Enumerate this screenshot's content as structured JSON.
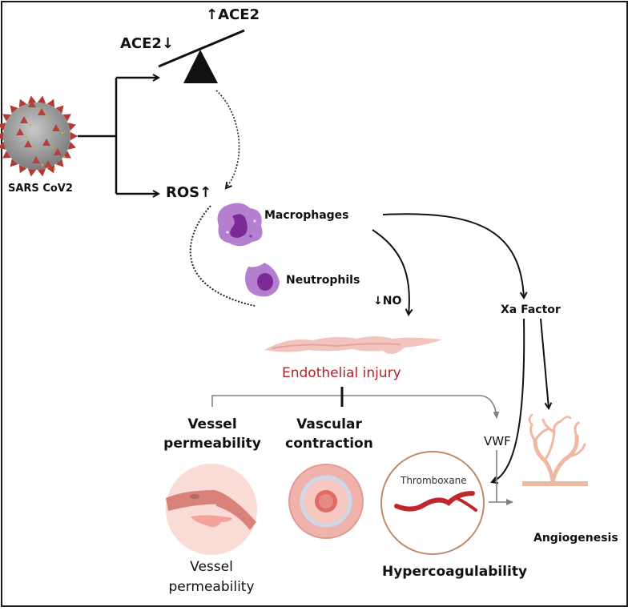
{
  "labels": {
    "virus": "SARS CoV2",
    "ace2_down": "ACE2↓",
    "ace2_up": "↑ACE2",
    "ros": "ROS↑",
    "macrophages": "Macrophages",
    "neutrophils": "Neutrophils",
    "no": "↓NO",
    "xa_factor": "Xa Factor",
    "endothelial_injury": "Endothelial injury",
    "vessel_permeability_title_1": "Vessel",
    "vessel_permeability_title_2": "permeability",
    "vascular_contraction_1": "Vascular",
    "vascular_contraction_2": "contraction",
    "vwf": "VWF",
    "thromboxane": "Thromboxane",
    "vessel_permeability_caption_1": "Vessel",
    "vessel_permeability_caption_2": "permeability",
    "hypercoagulability": "Hypercoagulability",
    "angiogenesis": "Angiogenesis"
  },
  "colors": {
    "injury_text": "#b3232a",
    "cell_purple": "#b57fcf",
    "nucleus_purple": "#7a2b98",
    "tissue_pink": "#f2c4bd",
    "clot_red": "#c0262b",
    "ring_brown": "#c08a68",
    "gray_arrow": "#808080"
  }
}
